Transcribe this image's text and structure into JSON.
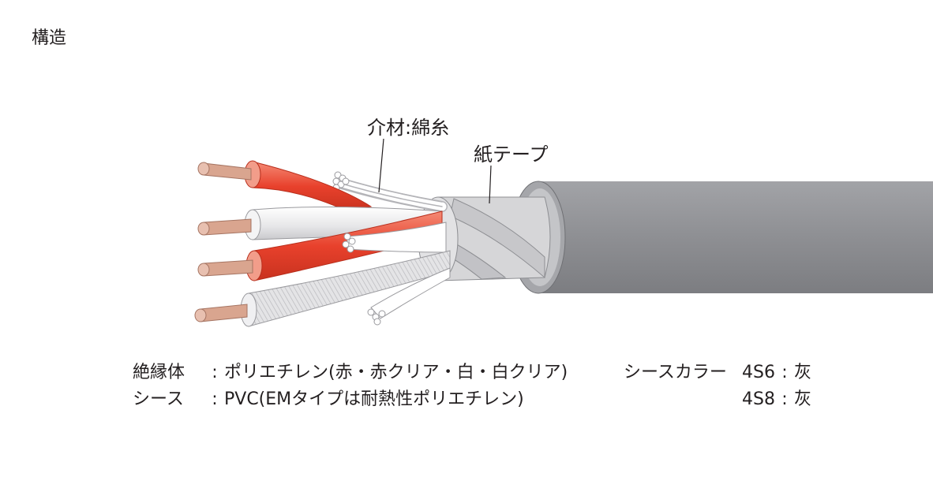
{
  "title": "構造",
  "labels": {
    "filler": "介材:綿糸",
    "paper_tape": "紙テープ"
  },
  "specs": {
    "insulation": {
      "key": "絶縁体",
      "value": "ポリエチレン(赤・赤クリア・白・白クリア)"
    },
    "sheath": {
      "key": "シース",
      "value": "PVC(EMタイプは耐熱性ポリエチレン)"
    }
  },
  "sheath_color": {
    "heading": "シースカラー",
    "rows": [
      {
        "model": "4S6",
        "color": "灰"
      },
      {
        "model": "4S8",
        "color": "灰"
      }
    ]
  },
  "colors": {
    "sheath_gray": "#919296",
    "red_insulation": "#e8412c",
    "copper": "#d9a58f",
    "white_insulation": "#e9e9eb",
    "paper_tape": "#d6d6d8"
  },
  "colon": ":"
}
